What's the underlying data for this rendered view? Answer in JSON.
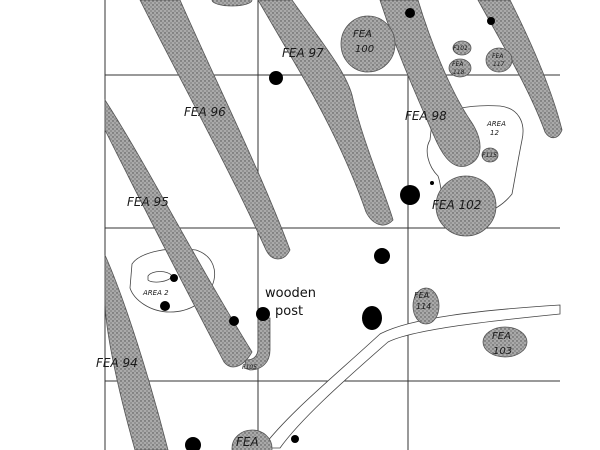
{
  "labels": {
    "fea94": "FEA 94",
    "fea95": "FEA 95",
    "fea96": "FEA 96",
    "fea97": "FEA 97",
    "fea98": "FEA 98",
    "fea100_a": "FEA",
    "fea100_b": "100",
    "fea102": "FEA 102",
    "fea103_a": "FEA",
    "fea103_b": "103",
    "fea114_a": "FEA",
    "fea114_b": "114",
    "fea_bottom": "FEA",
    "f101": "F101",
    "fea117_a": "FEA",
    "fea117_b": "117",
    "fea118_a": "FEA",
    "fea118_b": "118",
    "area12_a": "AREA",
    "area12_b": "12",
    "f115": "F115",
    "area2": "AREA 2",
    "f105": "F105",
    "wooden_a": "wooden",
    "wooden_b": "post"
  },
  "colors": {
    "ink": "#1a1a1a",
    "stipple_base": "#9a9a9a",
    "grid": "#333333"
  }
}
